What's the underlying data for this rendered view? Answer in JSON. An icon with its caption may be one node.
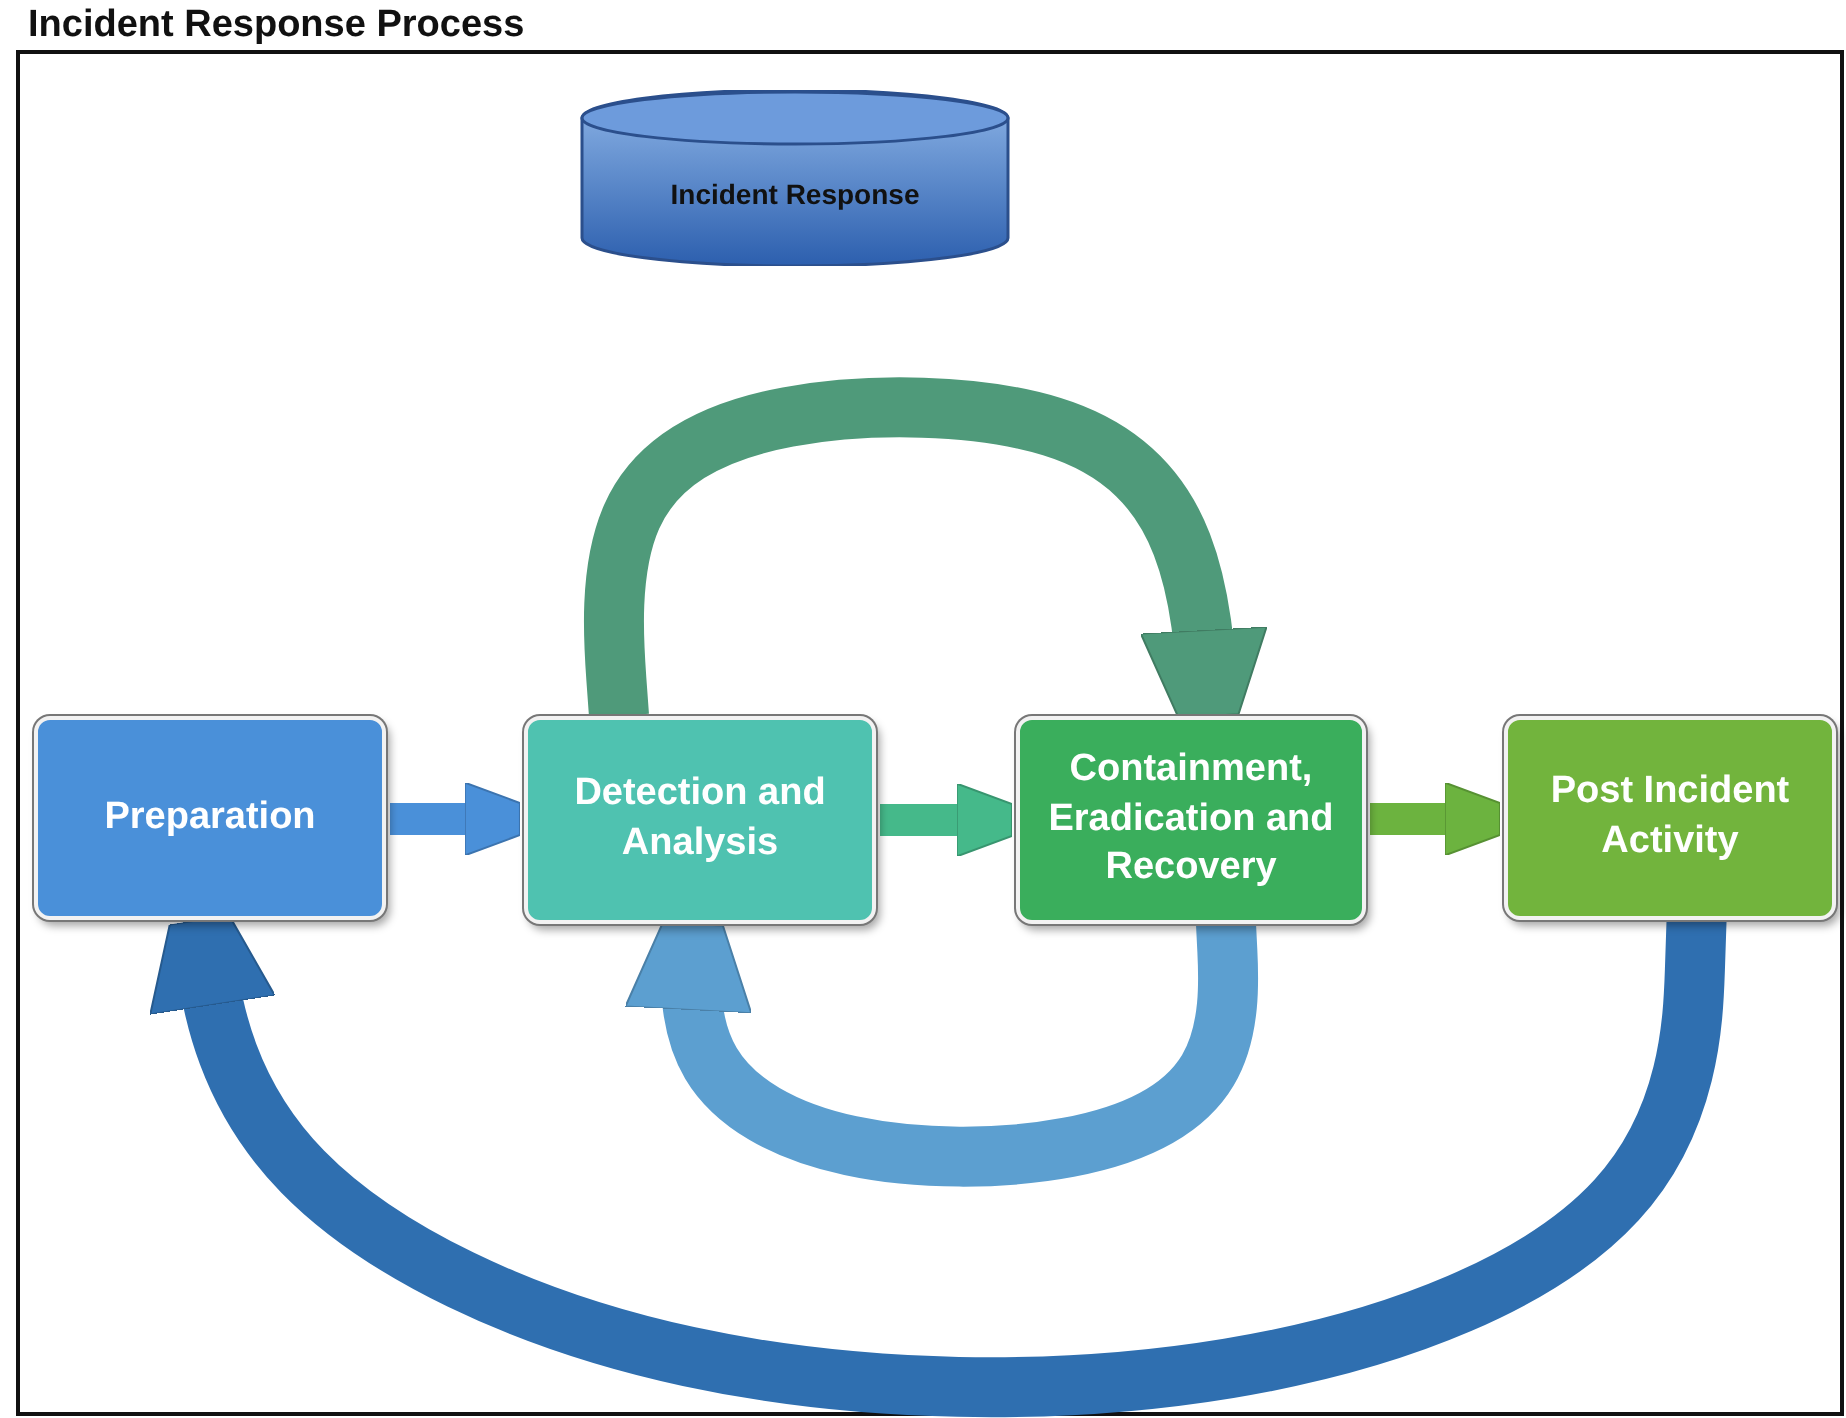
{
  "diagram": {
    "title": "Incident Response Process",
    "nodes": [
      {
        "text": [
          "Incident Response"
        ]
      },
      {
        "text": [
          "Preparation"
        ]
      },
      {
        "text": [
          "Detection and Analysis"
        ]
      },
      {
        "text": [
          "Containment, Eradication and Recovery"
        ]
      },
      {
        "text": [
          "Post Incident Activity"
        ]
      }
    ],
    "edges": [
      {
        "from": 1,
        "to": 2,
        "arrow": "to",
        "color": "#4a90d9"
      },
      {
        "from": 2,
        "to": 3,
        "arrow": "to",
        "color": "#45b98a"
      },
      {
        "from": 3,
        "to": 4,
        "arrow": "to",
        "color": "#6cb33f"
      },
      {
        "from": 2,
        "to": 3,
        "arrow": "to",
        "style": "thick",
        "color": "#4f9a7a"
      },
      {
        "from": 3,
        "to": 2,
        "arrow": "to",
        "style": "thick",
        "color": "#5c9fd0"
      },
      {
        "from": 4,
        "to": 1,
        "arrow": "to",
        "style": "thick",
        "color": "#2f6fb0"
      }
    ]
  }
}
